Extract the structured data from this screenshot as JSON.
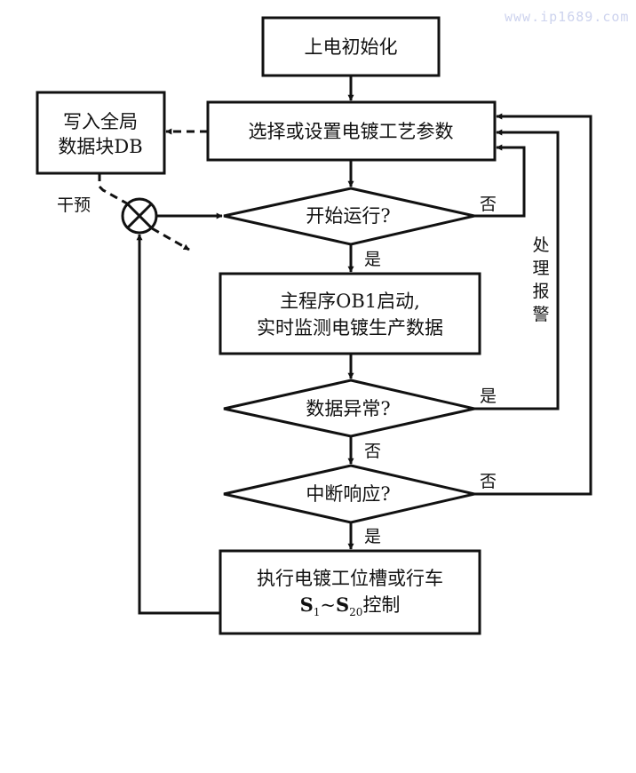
{
  "watermark": "www.ip1689.com",
  "colors": {
    "stroke": "#111111",
    "background": "#ffffff",
    "watermark": "#cdd3ee"
  },
  "nodes": {
    "init": {
      "type": "process",
      "lines": [
        "上电初始化"
      ]
    },
    "params": {
      "type": "process",
      "lines": [
        "选择或设置电镀工艺参数"
      ]
    },
    "db": {
      "type": "process",
      "lines": [
        "写入全局",
        "数据块DB"
      ]
    },
    "start_run": {
      "type": "decision",
      "lines": [
        "开始运行?"
      ]
    },
    "ob1": {
      "type": "process",
      "lines": [
        "主程序OB1启动,",
        "实时监测电镀生产数据"
      ]
    },
    "data_abnormal": {
      "type": "decision",
      "lines": [
        "数据异常?"
      ]
    },
    "interrupt": {
      "type": "decision",
      "lines": [
        "中断响应?"
      ]
    },
    "execute": {
      "type": "process",
      "lines": [
        "执行电镀工位槽或行车",
        "S1~S20控制"
      ]
    },
    "summing_junction": {
      "type": "junction",
      "symbol": "⊗"
    }
  },
  "edges": [
    {
      "from": "init",
      "to": "params",
      "label": "",
      "style": "solid"
    },
    {
      "from": "params",
      "to": "db",
      "label": "",
      "style": "dashed"
    },
    {
      "from": "params",
      "to": "start_run",
      "label": "",
      "style": "solid"
    },
    {
      "from": "start_run",
      "to": "params",
      "label": "否",
      "style": "solid"
    },
    {
      "from": "start_run",
      "to": "ob1",
      "label": "是",
      "style": "solid"
    },
    {
      "from": "ob1",
      "to": "data_abnormal",
      "label": "",
      "style": "solid"
    },
    {
      "from": "data_abnormal",
      "to": "params",
      "label": "是",
      "style": "solid",
      "side_label": "处理报警"
    },
    {
      "from": "data_abnormal",
      "to": "interrupt",
      "label": "否",
      "style": "solid"
    },
    {
      "from": "interrupt",
      "to": "params",
      "label": "否",
      "style": "solid"
    },
    {
      "from": "interrupt",
      "to": "execute",
      "label": "是",
      "style": "solid"
    },
    {
      "from": "execute",
      "to": "summing_junction",
      "label": "",
      "style": "solid"
    },
    {
      "from": "summing_junction",
      "to": "start_run",
      "label": "",
      "style": "solid"
    },
    {
      "from": "db",
      "to": "summing_junction",
      "label": "干预",
      "style": "dashed"
    }
  ],
  "labels": {
    "start_no": "否",
    "start_yes": "是",
    "abnormal_yes": "是",
    "abnormal_no": "否",
    "interrupt_no": "否",
    "interrupt_yes": "是",
    "alarm": [
      "处",
      "理",
      "报",
      "警"
    ],
    "intervene": "干预",
    "exec_line2_parts": {
      "s": "S",
      "sub1": "1",
      "tilde": "~",
      "sub2": "20",
      "suffix": "控制"
    }
  }
}
